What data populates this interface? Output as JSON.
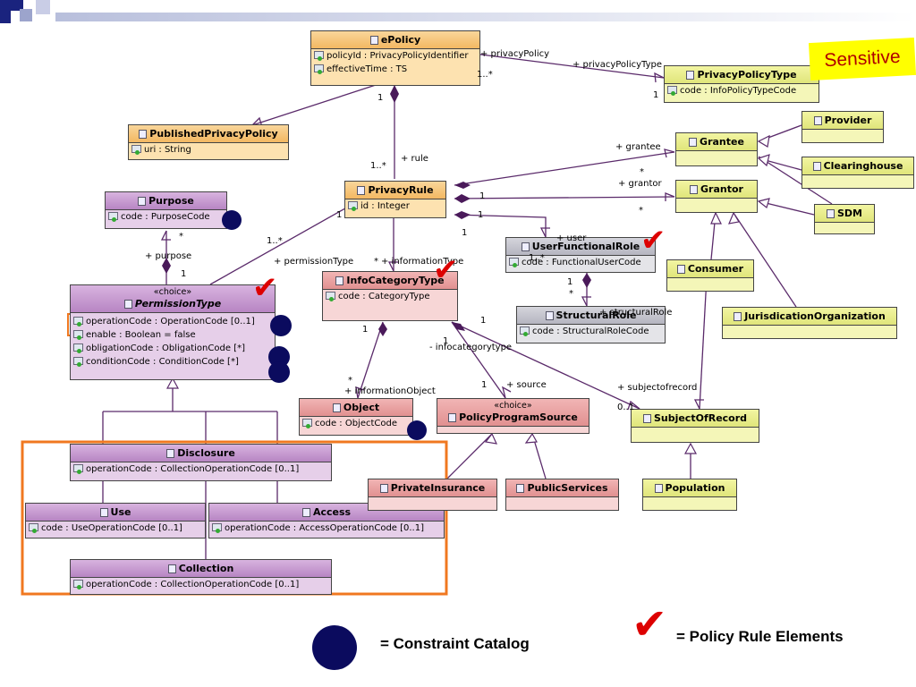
{
  "badge": {
    "sensitive": "Sensitive"
  },
  "classes": {
    "epolicy": {
      "name": "ePolicy",
      "attrs": [
        "policyId : PrivacyPolicyIdentifier",
        "effectiveTime : TS"
      ]
    },
    "privacypolicytype": {
      "name": "PrivacyPolicyType",
      "attrs": [
        "code : InfoPolicyTypeCode"
      ]
    },
    "publishedprivacypolicy": {
      "name": "PublishedPrivacyPolicy",
      "attrs": [
        "uri : String"
      ]
    },
    "privacyrule": {
      "name": "PrivacyRule",
      "attrs": [
        "id : Integer"
      ]
    },
    "purpose": {
      "name": "Purpose",
      "attrs": [
        "code : PurposeCode"
      ]
    },
    "permissiontype": {
      "stereotype": "«choice»",
      "name": "PermissionType",
      "attrs": [
        "operationCode : OperationCode [0..1]",
        "enable : Boolean = false",
        "obligationCode : ObligationCode [*]",
        "conditionCode : ConditionCode [*]"
      ]
    },
    "infocategorytype": {
      "name": "InfoCategoryType",
      "attrs": [
        "code : CategoryType"
      ]
    },
    "userfunctionalrole": {
      "name": "UserFunctionalRole",
      "attrs": [
        "code : FunctionalUserCode"
      ]
    },
    "structuralrole": {
      "name": "StructuralRole",
      "attrs": [
        "code : StructuralRoleCode"
      ]
    },
    "grantee": {
      "name": "Grantee"
    },
    "grantor": {
      "name": "Grantor"
    },
    "provider": {
      "name": "Provider"
    },
    "clearinghouse": {
      "name": "Clearinghouse"
    },
    "sdm": {
      "name": "SDM"
    },
    "consumer": {
      "name": "Consumer"
    },
    "jurisdiction": {
      "name": "JurisdicationOrganization"
    },
    "object": {
      "name": "Object",
      "attrs": [
        "code : ObjectCode"
      ]
    },
    "policyprogramsource": {
      "stereotype": "«choice»",
      "name": "PolicyProgramSource"
    },
    "subjectofrecord": {
      "name": "SubjectOfRecord"
    },
    "disclosure": {
      "name": "Disclosure",
      "attrs": [
        "operationCode : CollectionOperationCode [0..1]"
      ]
    },
    "use": {
      "name": "Use",
      "attrs": [
        "code : UseOperationCode [0..1]"
      ]
    },
    "access": {
      "name": "Access",
      "attrs": [
        "operationCode : AccessOperationCode [0..1]"
      ]
    },
    "collection": {
      "name": "Collection",
      "attrs": [
        "operationCode : CollectionOperationCode [0..1]"
      ]
    },
    "privateinsurance": {
      "name": "PrivateInsurance"
    },
    "publicservices": {
      "name": "PublicServices"
    },
    "population": {
      "name": "Population"
    }
  },
  "labels": {
    "privacyPolicy": "+ privacyPolicy",
    "privacyPolicyType": "+ privacyPolicyType",
    "m_epolicy_many": "1..*",
    "m_ppt_1": "1",
    "m_epolicy_1": "1",
    "rule": "+ rule",
    "m_rule_many": "1..*",
    "grantee": "+ grantee",
    "m_grantee_star": "*",
    "grantor": "+ grantor",
    "m_grantor_star": "*",
    "m_rule_1a": "1",
    "m_rule_1b": "1",
    "m_rule_1c": "1",
    "m_rule_1d": "1",
    "user": "+ user",
    "m_user_many": "1..*",
    "m_ufr_1": "1",
    "m_ufr_star": "*",
    "structuralRole": "+ structuralRole",
    "m_perm_many": "1..*",
    "permissionType": "+ permissionType",
    "m_info_star": "*",
    "informationType": "+ informationType",
    "m_purpose_star": "*",
    "purpose": "+ purpose",
    "m_purpose_1": "1",
    "m_info_1": "1",
    "infocategorytype": "- infocategorytype",
    "m_info_1b": "1",
    "m_info_1c": "1",
    "m_obj_star": "*",
    "informationObject": "+ informationObject",
    "source": "+ source",
    "m_source_1": "1",
    "subjectofrecord": "+ subjectofrecord",
    "m_subj": "0..1"
  },
  "legend": {
    "constraint": "= Constraint Catalog",
    "policy": "= Policy Rule Elements"
  },
  "colors": {
    "dot": "#0b0b5e",
    "check": "#dd0000",
    "highlight": "#f07820",
    "sensitive_bg": "#ffff00",
    "sensitive_text": "#b00000"
  }
}
